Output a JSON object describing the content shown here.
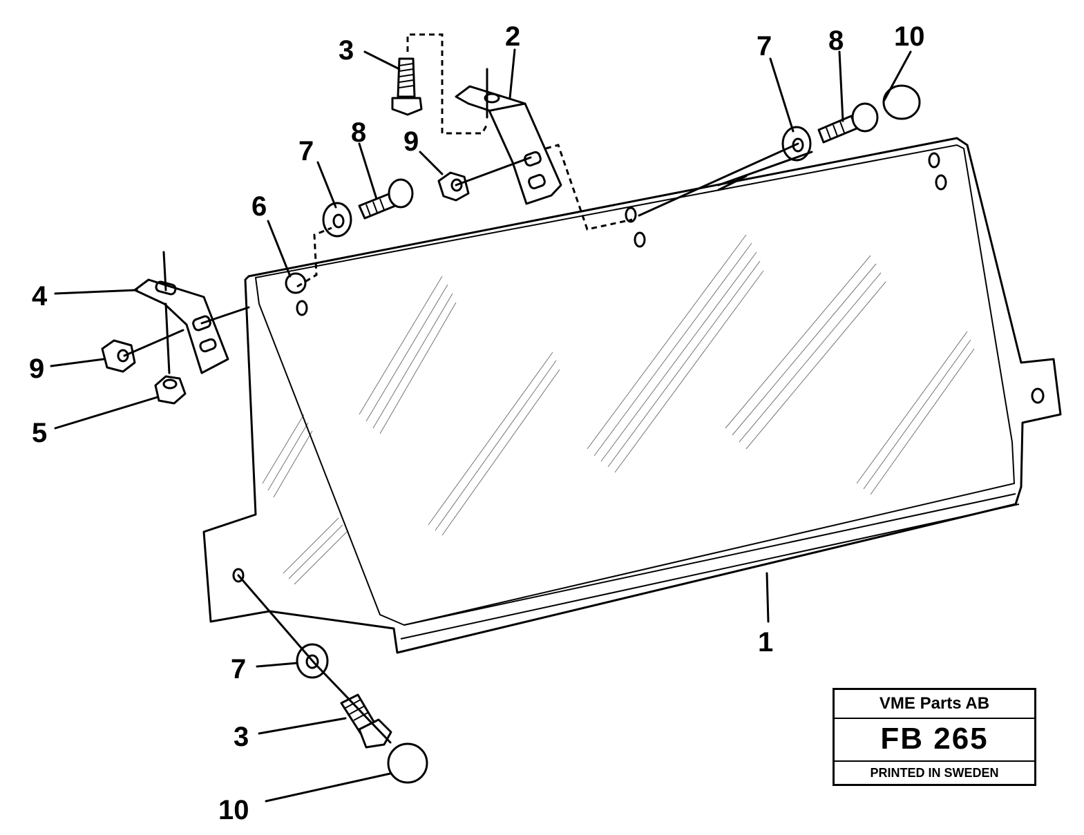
{
  "callouts": [
    {
      "id": "c2",
      "text": "2"
    },
    {
      "id": "c3a",
      "text": "3"
    },
    {
      "id": "c7a",
      "text": "7"
    },
    {
      "id": "c8a",
      "text": "8"
    },
    {
      "id": "c9a",
      "text": "9"
    },
    {
      "id": "c6",
      "text": "6"
    },
    {
      "id": "c4",
      "text": "4"
    },
    {
      "id": "c9b",
      "text": "9"
    },
    {
      "id": "c5",
      "text": "5"
    },
    {
      "id": "c7b",
      "text": "7"
    },
    {
      "id": "c8b",
      "text": "8"
    },
    {
      "id": "c10a",
      "text": "10"
    },
    {
      "id": "c1",
      "text": "1"
    },
    {
      "id": "c7c",
      "text": "7"
    },
    {
      "id": "c3b",
      "text": "3"
    },
    {
      "id": "c10b",
      "text": "10"
    }
  ],
  "title_block": {
    "company": "VME Parts AB",
    "code": "FB 265",
    "printed": "PRINTED IN SWEDEN"
  }
}
